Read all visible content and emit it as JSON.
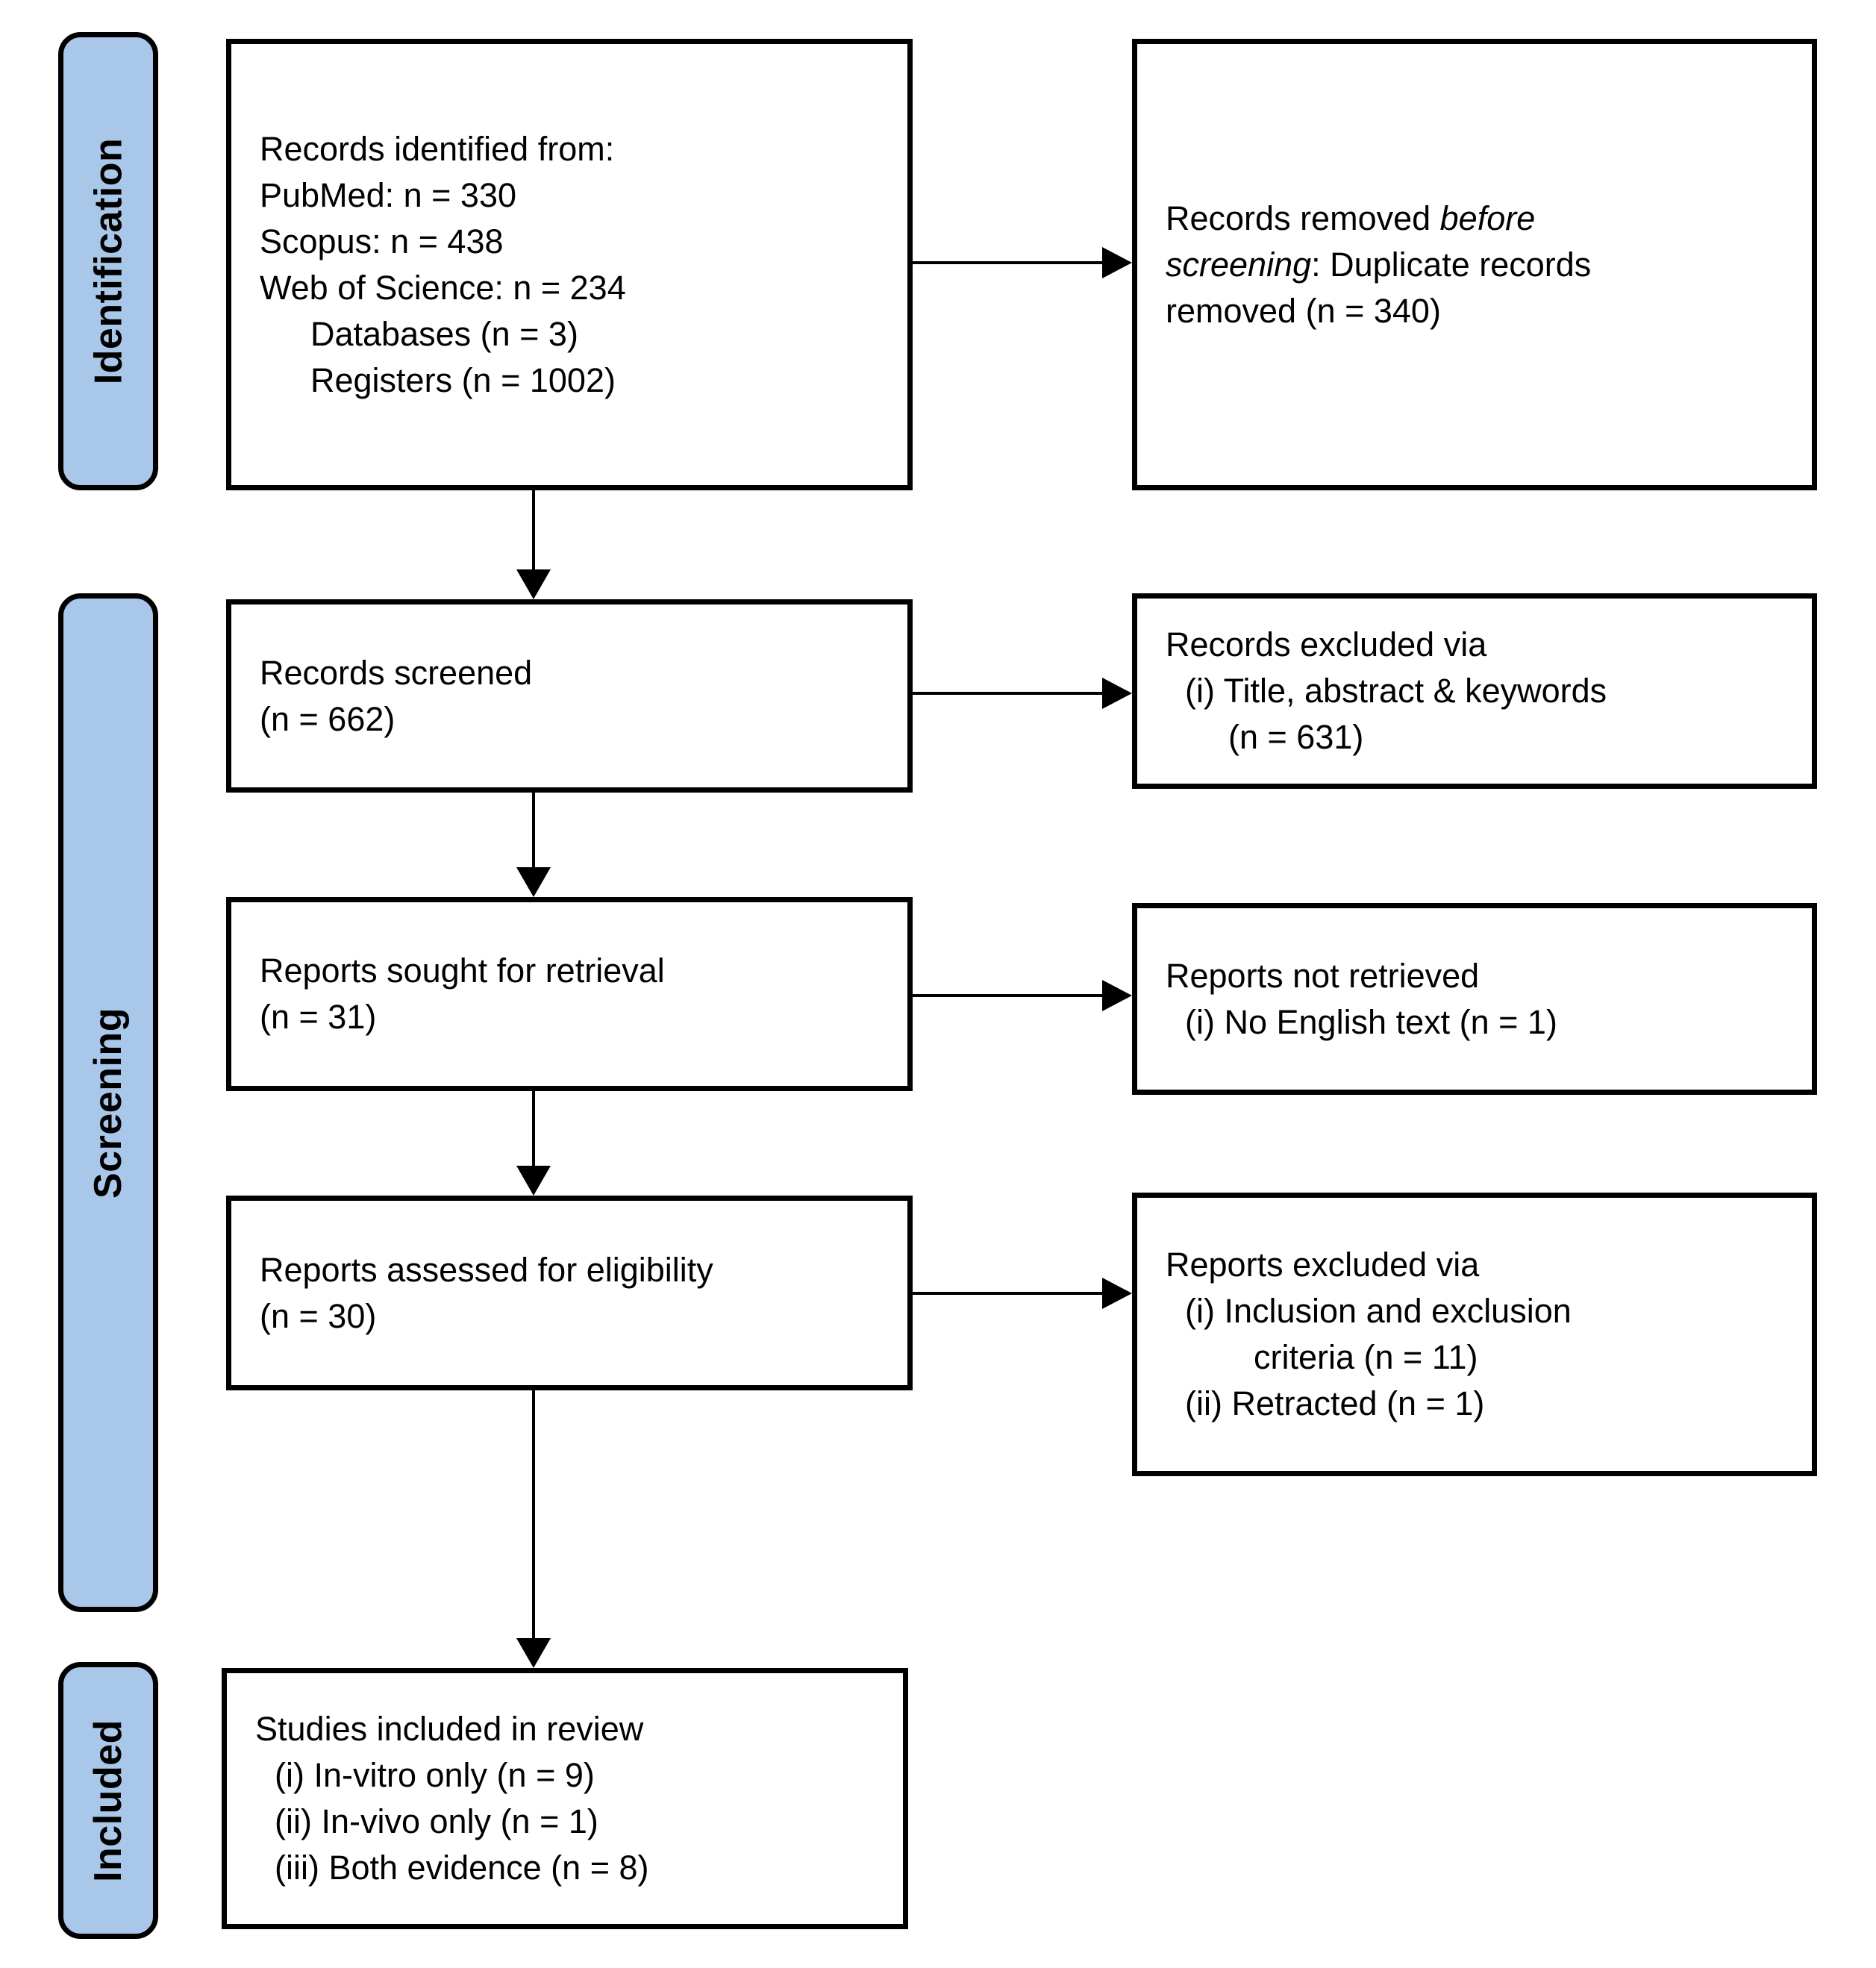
{
  "palette": {
    "stage_fill": "#A9C7E9",
    "stage_border": "#000000",
    "box_border": "#000000",
    "box_fill": "#FFFFFF",
    "arrow": "#000000",
    "text": "#000000"
  },
  "stages": [
    {
      "label": "Identification"
    },
    {
      "label": "Screening"
    },
    {
      "label": "Included"
    }
  ],
  "boxes": {
    "records_identified": {
      "lines": [
        "Records identified from:",
        "PubMed: n = 330",
        "Scopus: n = 438",
        "Web of Science: n = 234",
        {
          "indent": 2,
          "text": "Databases (n = 3)"
        },
        {
          "indent": 2,
          "text": "Registers (n = 1002)"
        }
      ]
    },
    "records_removed": {
      "lines": [
        {
          "segments": [
            {
              "text": "Records removed "
            },
            {
              "text": "before",
              "italic": true
            }
          ]
        },
        {
          "segments": [
            {
              "text": "screening",
              "italic": true
            },
            {
              "text": ": Duplicate records"
            }
          ]
        },
        "removed (n = 340)"
      ]
    },
    "records_screened": {
      "lines": [
        "Records screened",
        "(n = 662)"
      ]
    },
    "records_excluded": {
      "lines": [
        "Records excluded via",
        {
          "indent": 1,
          "text": "(i) Title, abstract & keywords"
        },
        {
          "indent": 3,
          "text": "(n = 631)"
        }
      ]
    },
    "reports_sought": {
      "lines": [
        "Reports sought for retrieval",
        "(n = 31)"
      ]
    },
    "reports_not_retrieved": {
      "lines": [
        "Reports not retrieved",
        {
          "indent": 1,
          "text": "(i) No English text (n = 1)"
        }
      ]
    },
    "reports_assessed": {
      "lines": [
        "Reports assessed for eligibility",
        "(n = 30)"
      ]
    },
    "reports_excluded": {
      "lines": [
        "Reports excluded via",
        {
          "indent": 1,
          "text": "(i) Inclusion and exclusion"
        },
        {
          "indent": 4,
          "text": "criteria (n = 11)"
        },
        {
          "indent": 1,
          "text": "(ii) Retracted (n = 1)"
        }
      ]
    },
    "studies_included": {
      "lines": [
        "Studies included in review",
        {
          "indent": 1,
          "text": "(i) In-vitro only (n = 9)"
        },
        {
          "indent": 1,
          "text": "(ii) In-vivo only (n = 1)"
        },
        {
          "indent": 1,
          "text": "(iii) Both evidence (n = 8)"
        }
      ]
    }
  }
}
